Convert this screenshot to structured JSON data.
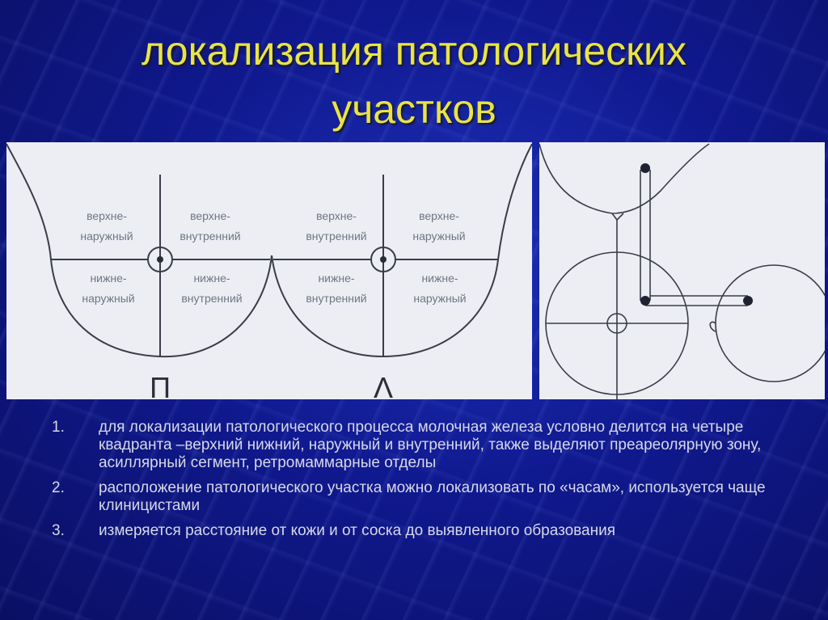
{
  "title": {
    "line1": "локализация патологических",
    "line2": "участков"
  },
  "diagram": {
    "left_breast": {
      "upper_outer": [
        "верхне-",
        "наружный"
      ],
      "upper_inner": [
        "верхне-",
        "внутренний"
      ],
      "lower_outer": [
        "нижне-",
        "наружный"
      ],
      "lower_inner": [
        "нижне-",
        "внутренний"
      ],
      "side_letter": "П"
    },
    "right_breast": {
      "upper_inner": [
        "верхне-",
        "внутренний"
      ],
      "upper_outer": [
        "верхне-",
        "наружный"
      ],
      "lower_inner": [
        "нижне-",
        "внутренний"
      ],
      "lower_outer": [
        "нижне-",
        "наружный"
      ],
      "side_letter": "Λ"
    }
  },
  "points": [
    {
      "num": "1.",
      "text": "для локализации патологического процесса молочная железа условно делится на четыре квадранта –верхний нижний, наружный и внутренний, также выделяют преареолярную зону, асиллярный сегмент, ретромаммарные отделы"
    },
    {
      "num": "2.",
      "text": "расположение патологического участка можно локализовать по «часам», используется чаще клиницистами"
    },
    {
      "num": "3.",
      "text": "измеряется расстояние от кожи и от соска  до выявленного образования"
    }
  ],
  "colors": {
    "title": "#e8e34a",
    "background": "#10198f",
    "panel": "#eceef4",
    "line": "#3a3d48",
    "label": "#6f7683"
  }
}
